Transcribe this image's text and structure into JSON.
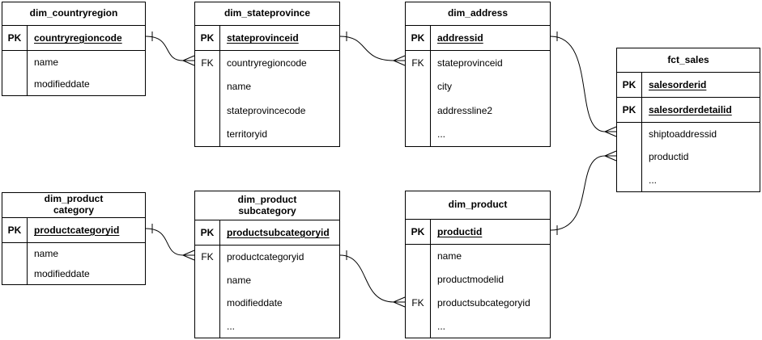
{
  "colors": {
    "background": "#ffffff",
    "line": "#000000",
    "text": "#000000"
  },
  "tables": [
    {
      "name": "dim_countryregion",
      "title": "dim_countryregion",
      "rows": [
        {
          "key": "PK",
          "field": "countryregioncode",
          "is_pk": true
        },
        {
          "key": "",
          "field": "name"
        },
        {
          "key": "",
          "field": "modifieddate"
        }
      ]
    },
    {
      "name": "dim_stateprovince",
      "title": "dim_stateprovince",
      "rows": [
        {
          "key": "PK",
          "field": "stateprovinceid",
          "is_pk": true
        },
        {
          "key": "FK",
          "field": "countryregioncode"
        },
        {
          "key": "",
          "field": "name"
        },
        {
          "key": "",
          "field": "stateprovincecode"
        },
        {
          "key": "",
          "field": "territoryid"
        }
      ]
    },
    {
      "name": "dim_address",
      "title": "dim_address",
      "rows": [
        {
          "key": "PK",
          "field": "addressid",
          "is_pk": true
        },
        {
          "key": "FK",
          "field": "stateprovinceid"
        },
        {
          "key": "",
          "field": "city"
        },
        {
          "key": "",
          "field": "addressline2"
        },
        {
          "key": "",
          "field": "..."
        }
      ]
    },
    {
      "name": "fct_sales",
      "title": "fct_sales",
      "rows": [
        {
          "key": "PK",
          "field": "salesorderid",
          "is_pk": true
        },
        {
          "key": "PK",
          "field": "salesorderdetailid",
          "is_pk": true
        },
        {
          "key": "",
          "field": "shiptoaddressid"
        },
        {
          "key": "",
          "field": "productid"
        },
        {
          "key": "",
          "field": "..."
        }
      ]
    },
    {
      "name": "dim_productcategory",
      "title": "dim_product\ncategory",
      "rows": [
        {
          "key": "PK",
          "field": "productcategoryid",
          "is_pk": true
        },
        {
          "key": "",
          "field": "name"
        },
        {
          "key": "",
          "field": "modifieddate"
        }
      ]
    },
    {
      "name": "dim_productsubcategory",
      "title": "dim_product\nsubcategory",
      "rows": [
        {
          "key": "PK",
          "field": "productsubcategoryid",
          "is_pk": true
        },
        {
          "key": "FK",
          "field": "productcategoryid"
        },
        {
          "key": "",
          "field": "name"
        },
        {
          "key": "",
          "field": "modifieddate"
        },
        {
          "key": "",
          "field": "..."
        }
      ]
    },
    {
      "name": "dim_product",
      "title": "dim_product",
      "rows": [
        {
          "key": "PK",
          "field": "productid",
          "is_pk": true
        },
        {
          "key": "",
          "field": "name"
        },
        {
          "key": "",
          "field": "productmodelid"
        },
        {
          "key": "FK",
          "field": "productsubcategoryid"
        },
        {
          "key": "",
          "field": "..."
        }
      ]
    }
  ],
  "relationships": [
    {
      "from_table": "dim_countryregion",
      "from_field": "countryregioncode",
      "from_cardinality": "one",
      "to_table": "dim_stateprovince",
      "to_field": "countryregioncode",
      "to_cardinality": "many"
    },
    {
      "from_table": "dim_stateprovince",
      "from_field": "stateprovinceid",
      "from_cardinality": "one",
      "to_table": "dim_address",
      "to_field": "stateprovinceid",
      "to_cardinality": "many"
    },
    {
      "from_table": "dim_address",
      "from_field": "addressid",
      "from_cardinality": "one",
      "to_table": "fct_sales",
      "to_field": "shiptoaddressid",
      "to_cardinality": "many"
    },
    {
      "from_table": "dim_product",
      "from_field": "productid",
      "from_cardinality": "one",
      "to_table": "fct_sales",
      "to_field": "productid",
      "to_cardinality": "many"
    },
    {
      "from_table": "dim_productcategory",
      "from_field": "productcategoryid",
      "from_cardinality": "one",
      "to_table": "dim_productsubcategory",
      "to_field": "productcategoryid",
      "to_cardinality": "many"
    },
    {
      "from_table": "dim_productsubcategory",
      "from_field": "productsubcategoryid",
      "from_cardinality": "one",
      "to_table": "dim_product",
      "to_field": "productsubcategoryid",
      "to_cardinality": "many"
    }
  ]
}
